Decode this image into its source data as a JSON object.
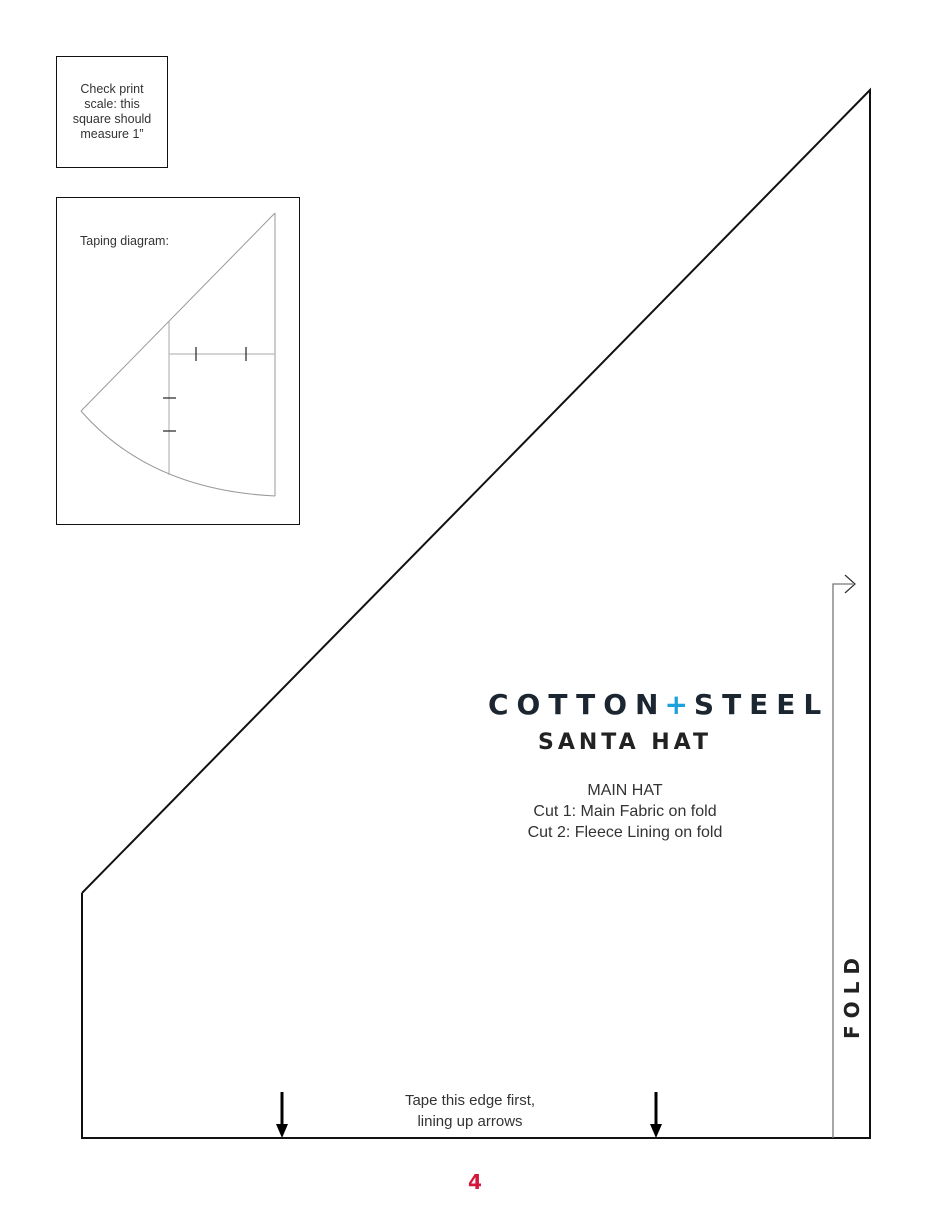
{
  "scale_check": {
    "lines": [
      "Check print",
      "scale: this",
      "square should",
      "measure 1”"
    ]
  },
  "taping_diagram": {
    "label": "Taping diagram:"
  },
  "branding": {
    "brand_left": "COTTON",
    "brand_plus": "+",
    "brand_right": "STEEL",
    "product": "SANTA HAT",
    "accent_color": "#1da1db"
  },
  "piece": {
    "name": "MAIN HAT",
    "cut_1": "Cut 1: Main Fabric on fold",
    "cut_2": "Cut 2: Fleece Lining on fold"
  },
  "fold": {
    "label": "FOLD"
  },
  "tape_note": {
    "line_1": "Tape this edge first,",
    "line_2": "lining up arrows"
  },
  "page": {
    "number": "4",
    "number_color": "#d6173b"
  }
}
